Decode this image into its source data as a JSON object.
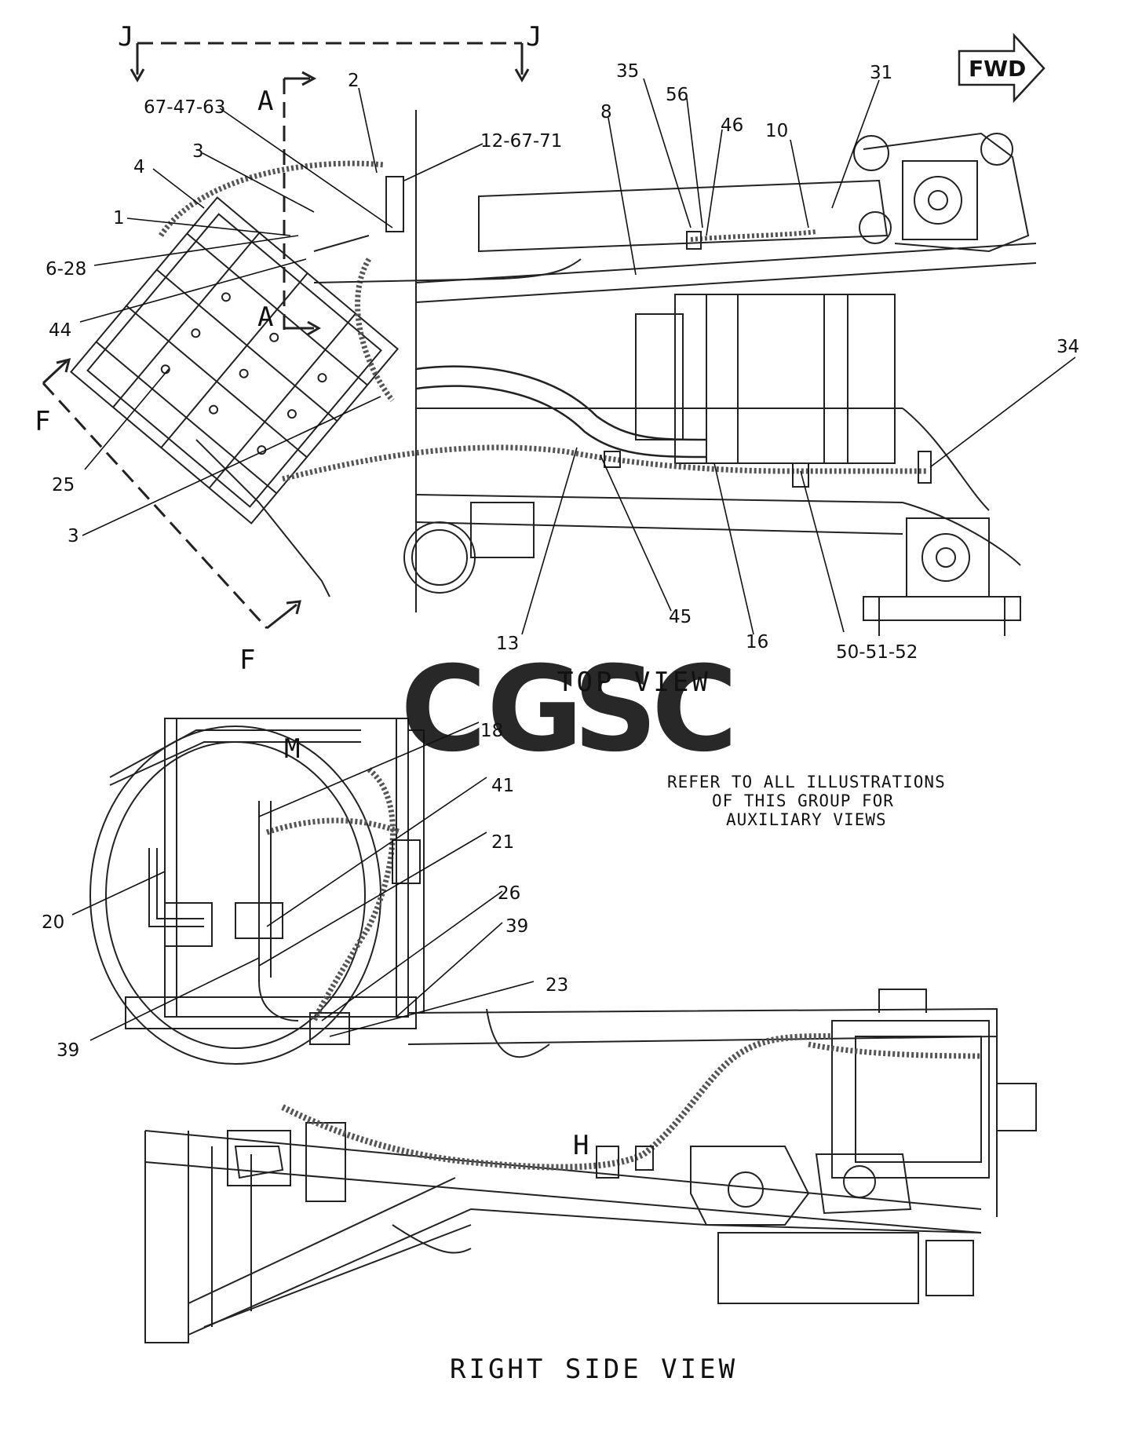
{
  "views": {
    "top_title": "TOP VIEW",
    "side_title": "RIGHT SIDE VIEW"
  },
  "note_lines": [
    "REFER TO ALL ILLUSTRATIONS",
    "OF THIS GROUP FOR",
    "AUXILIARY VIEWS"
  ],
  "direction": {
    "label": "FWD"
  },
  "section_marks": [
    "J",
    "J",
    "A",
    "A",
    "F",
    "F",
    "M",
    "H"
  ],
  "callouts_top": [
    "67-47-63",
    "12-67-71",
    "2",
    "3",
    "4",
    "1",
    "6-28",
    "44",
    "25",
    "3",
    "35",
    "56",
    "46",
    "8",
    "10",
    "31",
    "34",
    "13",
    "45",
    "16",
    "50-51-52"
  ],
  "callouts_side": [
    "18",
    "41",
    "21",
    "26",
    "39",
    "23",
    "20",
    "39"
  ],
  "watermark": {
    "letters": [
      "C",
      "G",
      "S",
      "C"
    ],
    "colors": [
      "#7fb0f5",
      "#f59a93",
      "#f7d86a",
      "#79c3a0"
    ]
  },
  "colors": {
    "line": "#222222",
    "hose": "#555555"
  }
}
